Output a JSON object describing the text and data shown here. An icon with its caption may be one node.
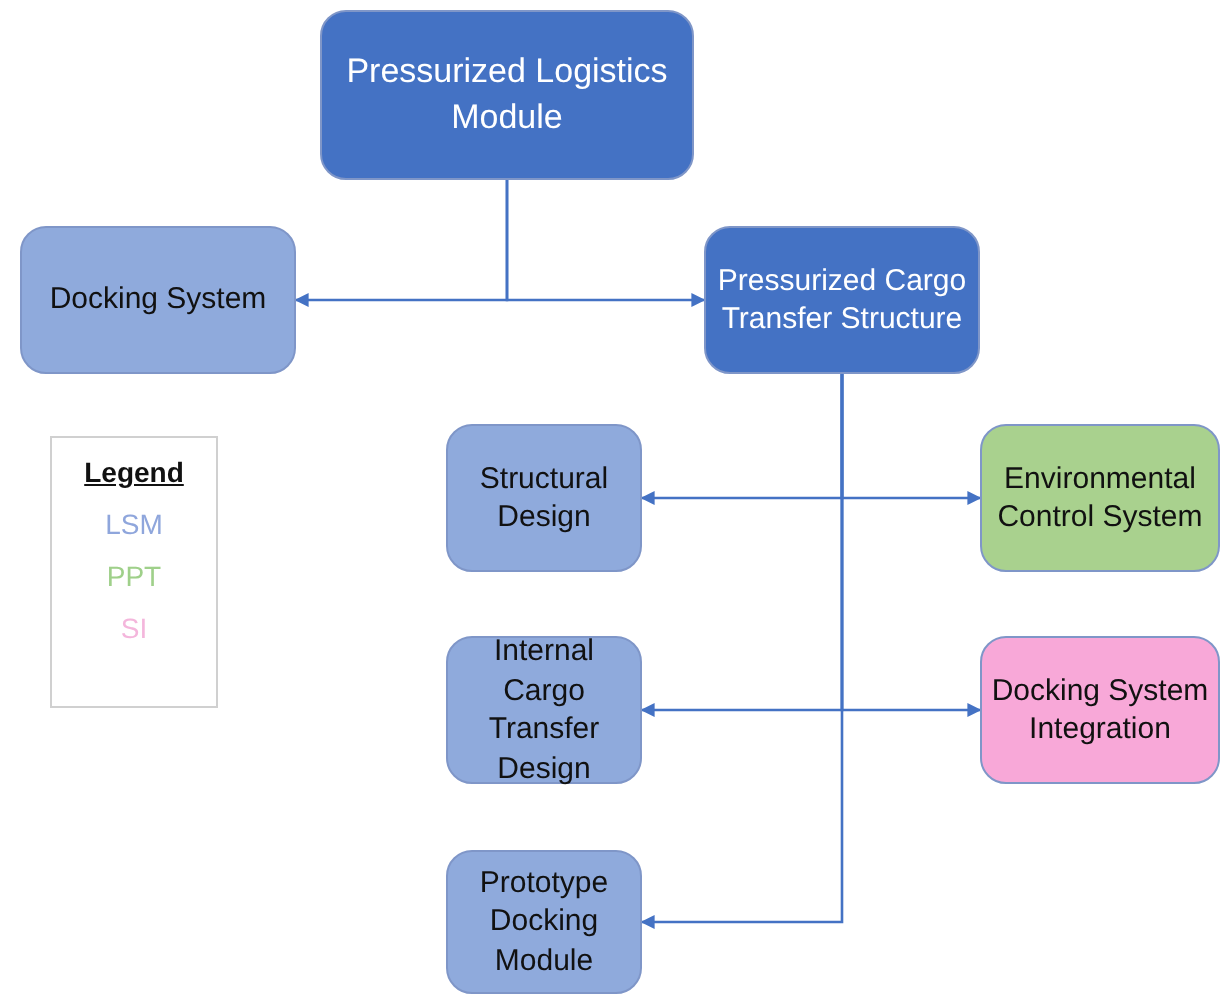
{
  "diagram": {
    "nodes": [
      {
        "text": [
          "Pressurized Logistics Module"
        ]
      },
      {
        "text": [
          "Docking System"
        ]
      },
      {
        "text": [
          "Pressurized Cargo Transfer Structure"
        ]
      },
      {
        "text": [
          "Structural Design"
        ]
      },
      {
        "text": [
          "Environmental Control System"
        ]
      },
      {
        "text": [
          "Internal Cargo Transfer Design"
        ]
      },
      {
        "text": [
          "Docking System Integration"
        ]
      },
      {
        "text": [
          "Prototype Docking Module"
        ]
      }
    ],
    "edges": [
      {
        "from": 0,
        "to": 1,
        "arrow": "to"
      },
      {
        "from": 0,
        "to": 2,
        "arrow": "to"
      },
      {
        "from": 2,
        "to": 3,
        "arrow": "to"
      },
      {
        "from": 2,
        "to": 4,
        "arrow": "to"
      },
      {
        "from": 2,
        "to": 5,
        "arrow": "to"
      },
      {
        "from": 2,
        "to": 6,
        "arrow": "to"
      },
      {
        "from": 2,
        "to": 7,
        "arrow": "to"
      }
    ],
    "labels": [
      "Legend"
    ],
    "legend": [
      {
        "text": "LSM",
        "color": "#8fa6dc"
      },
      {
        "text": "PPT",
        "color": "#9fd08a"
      },
      {
        "text": "SI",
        "color": "#f4b6dc"
      }
    ]
  }
}
